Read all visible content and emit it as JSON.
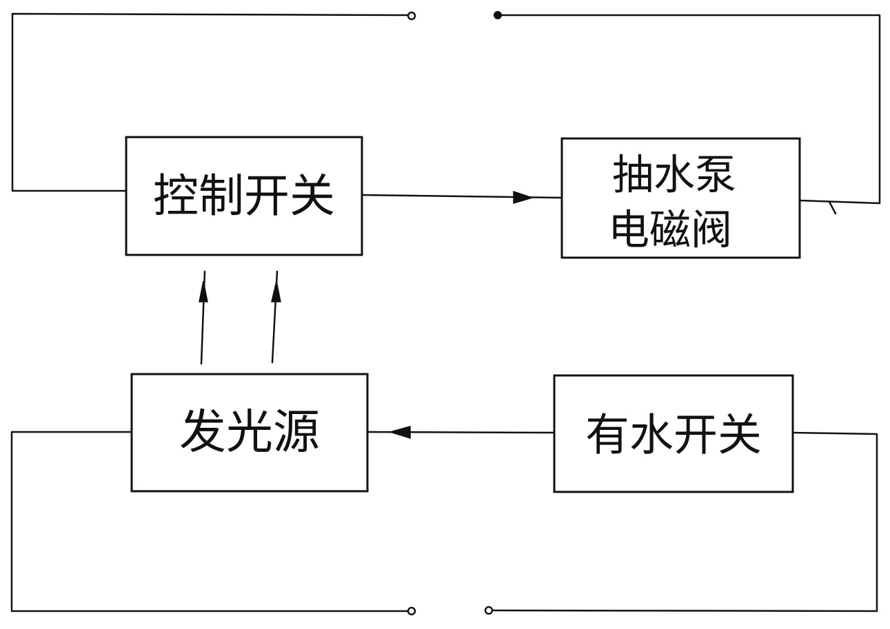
{
  "diagram": {
    "boxes": {
      "control_switch": {
        "label": "控制开关"
      },
      "pump_valve": {
        "line1": "抽水泵",
        "line2": "电磁阀"
      },
      "light_source": {
        "label": "发光源"
      },
      "water_switch": {
        "label": "有水开关"
      }
    },
    "stroke_color": "#111111"
  }
}
